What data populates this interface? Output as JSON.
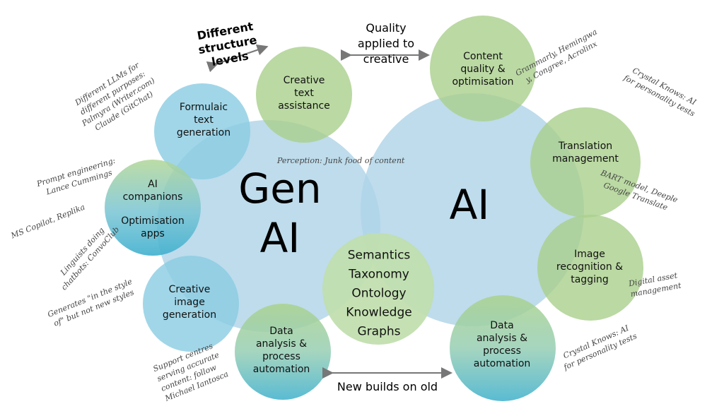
{
  "main_circles": {
    "gen_ai": "Gen\nAI",
    "ai": "AI"
  },
  "nodes": {
    "formulaic": "Formulaic\ntext\ngeneration",
    "creative_text": "Creative\ntext\nassistance",
    "content_quality": "Content\nquality &\noptimisation",
    "translation": "Translation\nmanagement",
    "ai_companions_a": "AI\ncompanions",
    "ai_companions_b": "Optimisation\napps",
    "image_recognition": "Image\nrecognition &\ntagging",
    "creative_image": "Creative\nimage\ngeneration",
    "semantics": "Semantics\nTaxonomy\nOntology\nKnowledge\nGraphs",
    "data_left": "Data\nanalysis &\nprocess\nautomation",
    "data_right": "Data\nanalysis &\nprocess\nautomation"
  },
  "arrows": {
    "structure": "Different\nstructure\nlevels",
    "quality": "Quality\napplied to\ncreative",
    "new_builds": "New builds on old"
  },
  "notes": {
    "llms": "Different LLMs for\ndifferent purposes:\nPalmyra (Writer.com)\nClaude (GitChat)",
    "prompt": "Prompt engineering:\nLance Cummings",
    "copilot": "MS Copilot, Replika",
    "linguists": "Linguists doing\nchatbots: ConvoClub",
    "generates": "Generates \"in the style\nof\" but not new styles",
    "support": "Support centres\nserving accurate\ncontent: follow\nMichael Iantosca",
    "perception": "Perception: Junk food of content",
    "grammarly": "Grammarly, Hemingwa\ny, Congree, Acrolinx",
    "crystal_top": "Crystal Knows: AI\nfor personality tests",
    "bart": "BART model, Deeple\nGoogle Translate",
    "digital": "Digital asset\nmanagement",
    "crystal_bottom": "Crystal Knows: AI\nfor personality tests"
  },
  "colors": {
    "big_circle": "#b0d4e8",
    "blue_circle": "#8acce2",
    "green_circle": "#aad08c",
    "arrow": "#777777"
  }
}
